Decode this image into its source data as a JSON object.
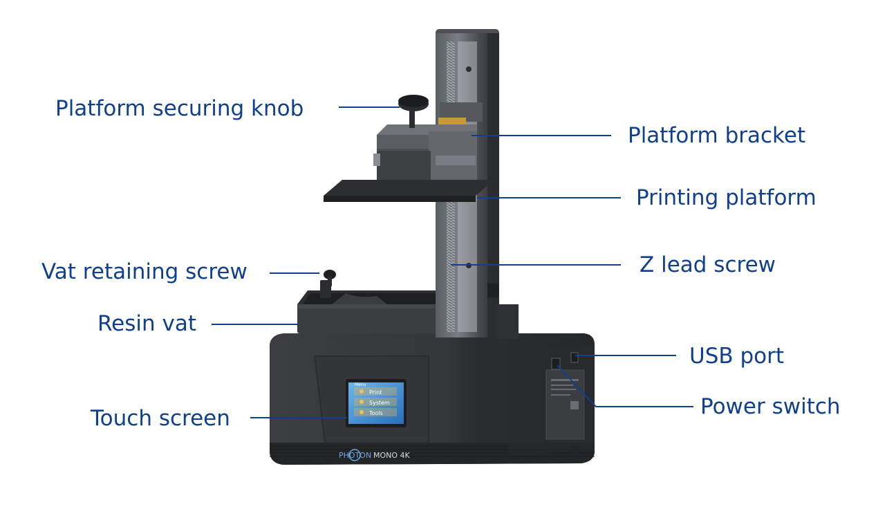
{
  "labels": {
    "platform_securing_knob": "Platform securing knob",
    "platform_bracket": "Platform bracket",
    "printing_platform": "Printing platform",
    "vat_retaining_screw": "Vat retaining screw",
    "z_lead_screw": "Z lead screw",
    "resin_vat": "Resin vat",
    "usb_port": "USB port",
    "power_switch": "Power switch",
    "touch_screen": "Touch screen"
  },
  "screen": {
    "header": "Menu",
    "items": [
      "Print",
      "System",
      "Tools"
    ]
  },
  "logo": {
    "brand": "PHOTON",
    "model": "MONO 4K"
  },
  "colors": {
    "label": "#0f3f8f",
    "leader": "#0f3f8f",
    "printer_body": "#3a3c3f",
    "screen": "#3f8fd6"
  }
}
